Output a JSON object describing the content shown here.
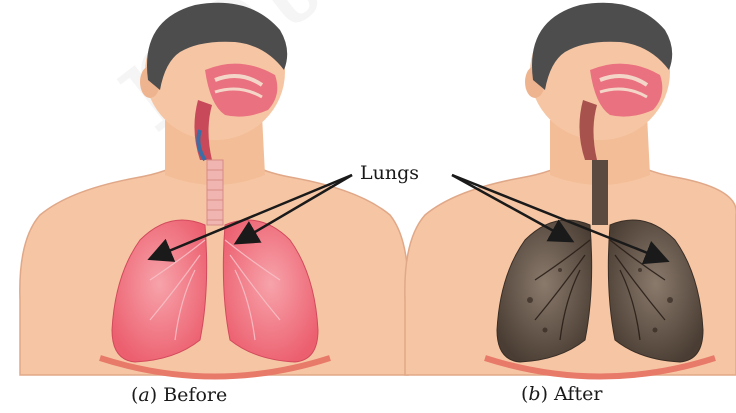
{
  "watermark": "not to",
  "label": "Lungs",
  "captions": {
    "before_letter": "a",
    "before_text": "Before",
    "after_letter": "b",
    "after_text": "After"
  },
  "colors": {
    "skin": "#f6c6a4",
    "skin_shadow": "#e8a98a",
    "hair": "#4a4a4a",
    "healthy_lung": "#f2707c",
    "smoker_lung": "#5a4a3e",
    "diaphragm": "#e87a6a",
    "arrow": "#1a1a1a"
  },
  "icons": {
    "before_figure": "healthy-lungs-torso",
    "after_figure": "smoker-lungs-torso"
  }
}
